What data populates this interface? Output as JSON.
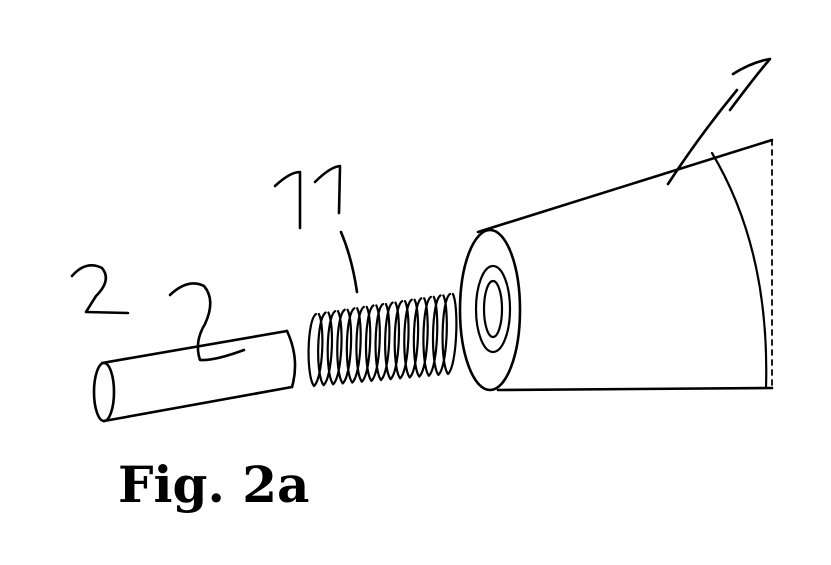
{
  "figure": {
    "caption": "Fig. 2a",
    "ink_color": "#000000",
    "background": "#ffffff",
    "reference_numerals": [
      {
        "id": "2",
        "text": "2",
        "part": "pin"
      },
      {
        "id": "11",
        "text": "11",
        "part": "spring"
      },
      {
        "id": "1",
        "text": "1",
        "part": "conical-body"
      }
    ]
  }
}
